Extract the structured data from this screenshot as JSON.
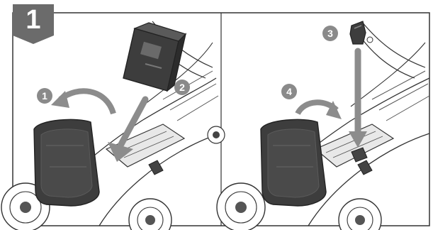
{
  "step_badge": {
    "number": "1"
  },
  "panels": [
    {
      "callouts": [
        "1",
        "2"
      ]
    },
    {
      "callouts": [
        "3",
        "4"
      ]
    }
  ],
  "colors": {
    "badge": "#6b6b6b",
    "callout": "#8a8a8a",
    "arrow": "#8c8c8c",
    "outline": "#333333",
    "dark_fill": "#3d3d3d"
  }
}
